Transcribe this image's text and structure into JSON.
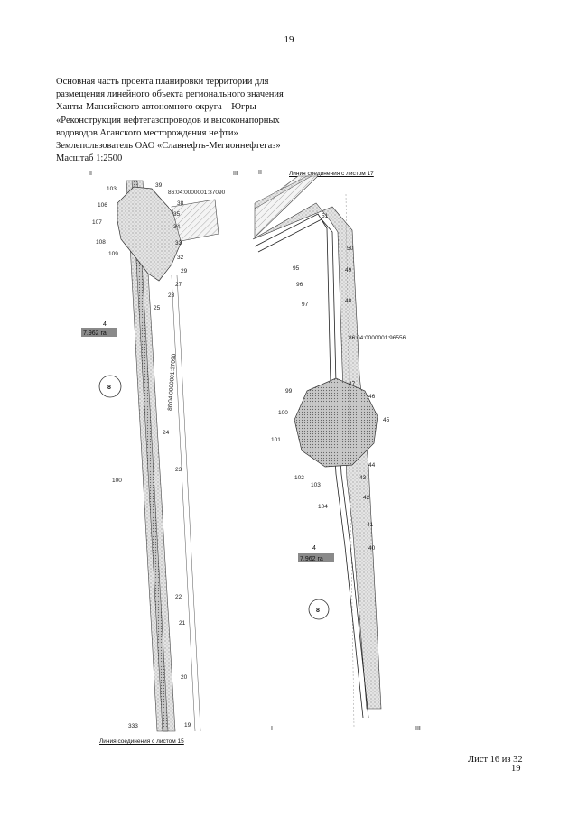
{
  "page_number": "19",
  "header": {
    "lines": [
      "Основная часть проекта планировки территории для",
      "размещения линейного объекта регионального значения",
      "Ханты-Мансийского автономного округа – Югры",
      "«Реконструкция нефтегазопроводов и высоконапорных",
      "водоводов Аганского месторождения нефти»",
      "Землепользователь ОАО «Славнефть-Мегионнефтегаз»",
      "Масштаб 1:2500"
    ]
  },
  "captions": {
    "top_right": "Линия соединения с листом 17",
    "bottom_left": "Линия соединения с листом 15"
  },
  "left_panel": {
    "point_labels": [
      "103",
      "106",
      "107",
      "108",
      "109",
      "39",
      "38",
      "35",
      "34",
      "33",
      "32",
      "29",
      "27",
      "28",
      "25",
      "24",
      "23",
      "22",
      "21",
      "20",
      "19",
      "100",
      "333"
    ],
    "cadastral": "86:04:0000001:37090",
    "cadastral_vertical": "86:04:0000001:37090",
    "area_id": "4",
    "area_value": "7.962 га",
    "circle_label": "8",
    "corner_marks": [
      "II",
      "III"
    ]
  },
  "right_panel": {
    "point_labels": [
      "51",
      "50",
      "49",
      "95",
      "96",
      "48",
      "97",
      "47",
      "99",
      "46",
      "100",
      "45",
      "101",
      "44",
      "102",
      "103",
      "43",
      "104",
      "42",
      "41",
      "40"
    ],
    "cadastral": "86:04:0000001:96556",
    "area_id": "4",
    "area_value": "7.962 га",
    "circle_label": "8",
    "corner_marks": [
      "II",
      "I",
      "III"
    ]
  },
  "footer": {
    "sheet": "Лист 16 из 32",
    "page_number": "19"
  }
}
